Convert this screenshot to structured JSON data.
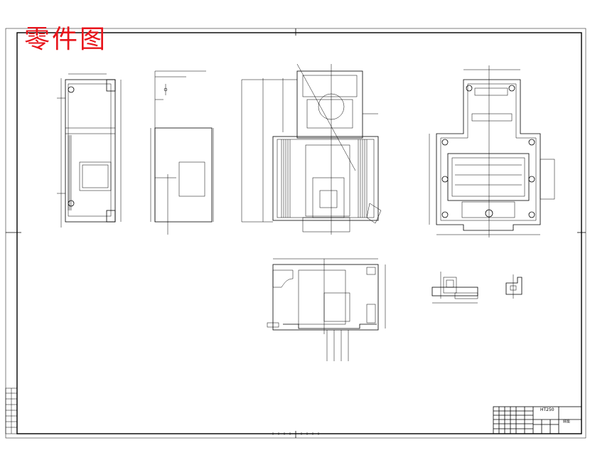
{
  "sheet": {
    "title": "零件图",
    "title_color": "#e8141b",
    "part_code": "HT250",
    "part_name": "底座"
  }
}
